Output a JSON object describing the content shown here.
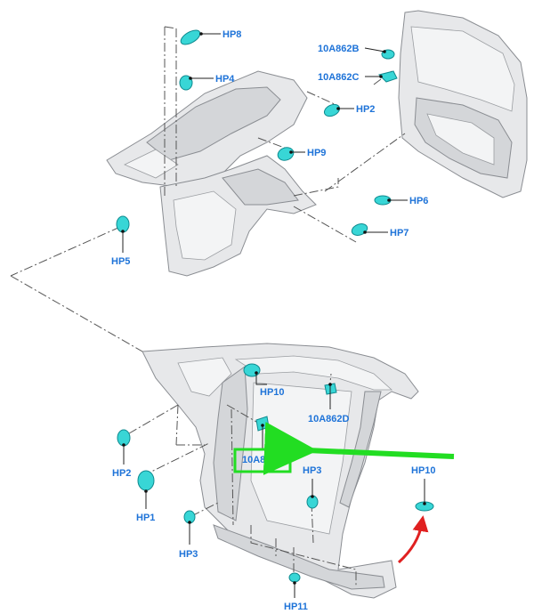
{
  "labels": {
    "hp8": "HP8",
    "hp4": "HP4",
    "hp2_top": "HP2",
    "hp9": "HP9",
    "hp6": "HP6",
    "hp7": "HP7",
    "hp5": "HP5",
    "c10a862b": "10A862B",
    "c10a862c": "10A862C",
    "hp10_top": "HP10",
    "c10a862d": "10A862D",
    "c10a862a": "10A862A",
    "hp2_bottom": "HP2",
    "hp1": "HP1",
    "hp3_mid": "HP3",
    "hp3_bottom": "HP3",
    "hp10_right": "HP10",
    "hp11": "HP11"
  },
  "colors": {
    "label_text": "#1e73d8",
    "plug_fill": "#38d6d6",
    "highlight_box": "#22dd22",
    "green_arrow": "#22dd22",
    "red_arrow": "#e02020"
  },
  "icons": {
    "plug": "hole-plug-icon",
    "green_arrow": "arrow-left-icon",
    "red_arrow": "curved-arrow-icon"
  }
}
